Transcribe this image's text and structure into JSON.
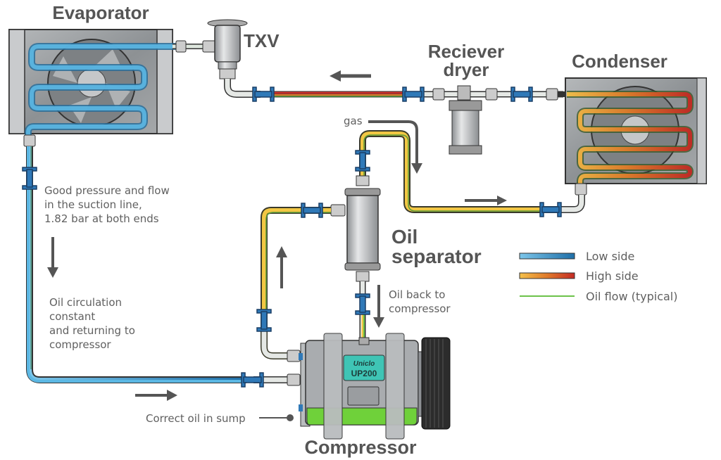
{
  "diagram": {
    "subject": "Automotive A/C refrigerant circuit with oil separator",
    "components": {
      "evaporator": "Evaporator",
      "txv": "TXV",
      "receiver_dryer_line1": "Reciever",
      "receiver_dryer_line2": "dryer",
      "condenser": "Condenser",
      "oil_separator_line1": "Oil",
      "oil_separator_line2": "separator",
      "compressor": "Compressor",
      "compressor_badge_brand": "Uniclo",
      "compressor_badge_model": "UP200"
    },
    "annotations": {
      "gas": "gas",
      "suction_line": [
        "Good pressure and flow",
        "in the suction line,",
        "1.82 bar at both ends"
      ],
      "oil_circulation": [
        "Oil circulation",
        "constant",
        "and returning to",
        "compressor"
      ],
      "oil_back": [
        "Oil back to",
        "compressor"
      ],
      "sump": "Correct oil in sump"
    },
    "legend": [
      {
        "label": "Low side",
        "color": "#2f86c0"
      },
      {
        "label": "High side",
        "color": "#c9302c"
      },
      {
        "label": "Oil flow (typical)",
        "color": "#6cc24a"
      }
    ],
    "colors": {
      "low_side": "#4aa3d4",
      "high_side_hot": "#c9302c",
      "high_side_warm": "#f0a030",
      "high_side_gas": "#f2c744",
      "oil": "#6cc24a",
      "fitting_blue": "#2f79b8",
      "compressor_sump": "#6fd13a",
      "badge": "#3fc4b5",
      "text": "#555555"
    }
  }
}
